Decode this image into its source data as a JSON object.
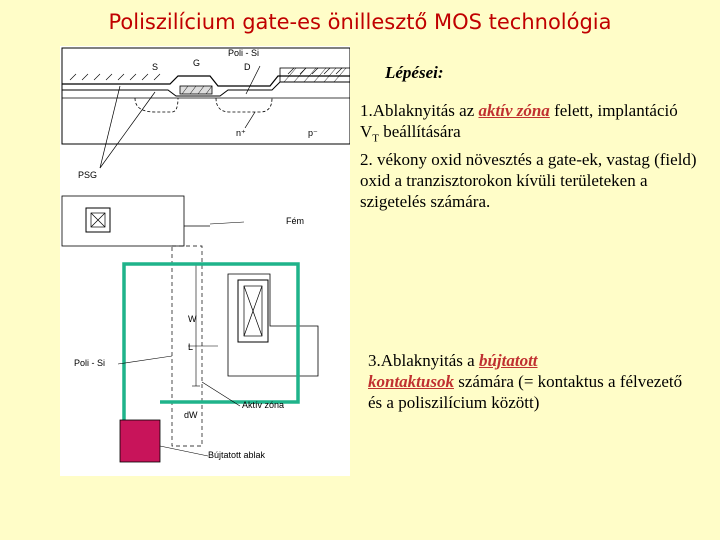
{
  "title": "Poliszilícium gate-es önillesztő MOS technológia",
  "steps_heading": "Lépései:",
  "step1": {
    "prefix": "1.Ablaknyitás az ",
    "highlight": "aktív zóna",
    "suffix_a": " felett, implantáció V",
    "sub": "T",
    "suffix_b": " beállítására"
  },
  "step2": "2. vékony oxid növesztés a gate-ek, vastag (field) oxid a tranzisztorokon kívüli területeken a szigetelés számára.",
  "step3": {
    "prefix": "3.Ablaknyitás a ",
    "highlight_a": "bújtatott",
    "highlight_b": "kontaktusok",
    "suffix": " számára (= kontaktus a félvezető és a poliszilícium között)"
  },
  "figure": {
    "labels": {
      "poli_si_top": "Poli - Si",
      "s": "S",
      "g": "G",
      "d": "D",
      "n_plus": "n⁺",
      "p_minus": "p⁻",
      "psg": "PSG",
      "fem": "Fém",
      "w": "W",
      "l": "L",
      "poli_si_side": "Poli - Si",
      "dw": "dW",
      "aktiv_zona": "Aktív zóna",
      "bujtatott_ablak": "Bújtatott ablak"
    },
    "colors": {
      "active_zone": "#1fb38a",
      "buried_window": "#c8145a"
    }
  }
}
